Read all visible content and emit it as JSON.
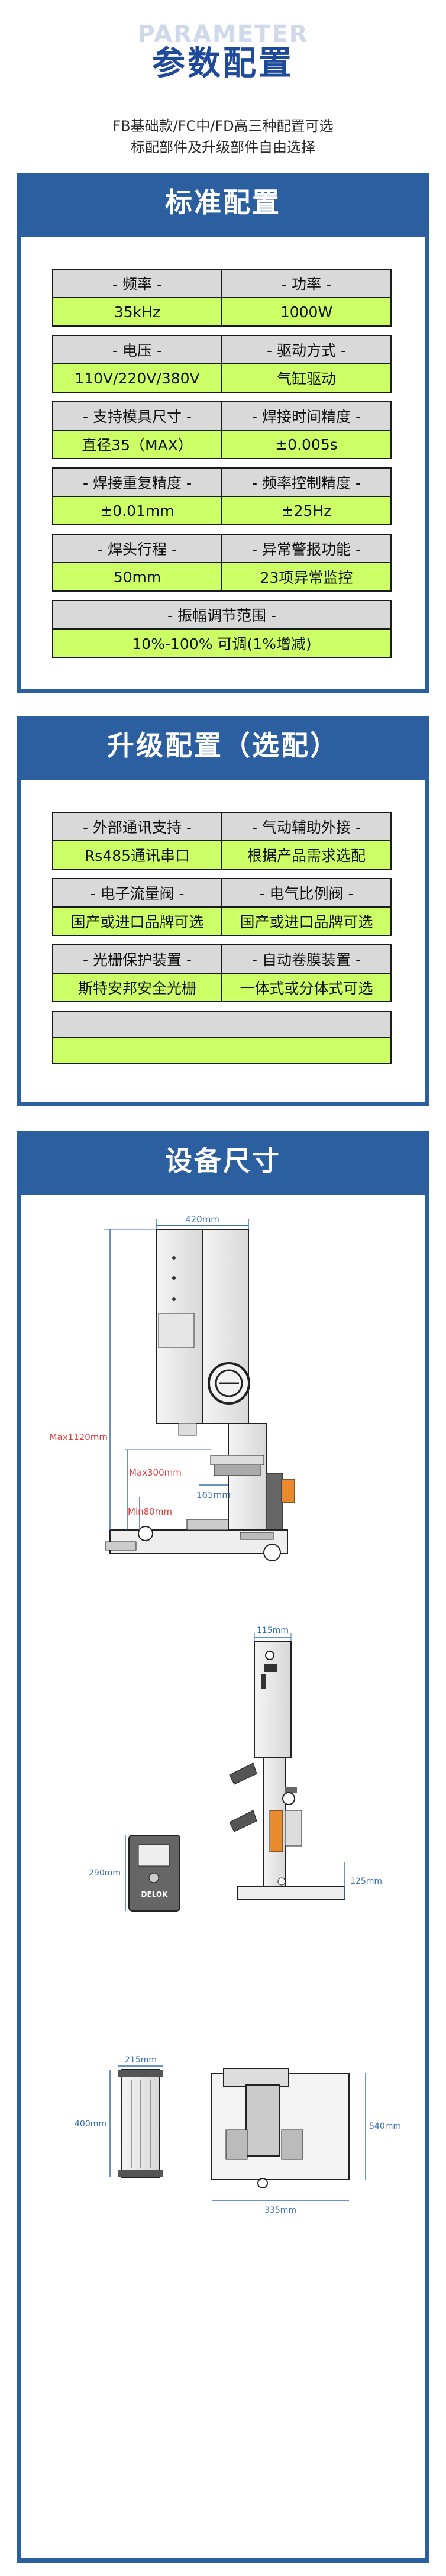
{
  "header": {
    "title_en": "PARAMETER",
    "title_cn": "参数配置",
    "line1": "FB基础款/FC中/FD高三种配置可选",
    "line2": "标配部件及升级部件自由选择"
  },
  "standard": {
    "title": "标准配置",
    "rows": [
      {
        "h1": "- 频率 -",
        "v1": "35kHz",
        "h2": "- 功率 -",
        "v2": "1000W"
      },
      {
        "h1": "- 电压 -",
        "v1": "110V/220V/380V",
        "h2": "- 驱动方式 -",
        "v2": "气缸驱动"
      },
      {
        "h1": "- 支持模具尺寸 -",
        "v1": "直径35（MAX）",
        "h2": "- 焊接时间精度 -",
        "v2": "±0.005s"
      },
      {
        "h1": "- 焊接重复精度 -",
        "v1": "±0.01mm",
        "h2": "- 频率控制精度 -",
        "v2": "±25Hz"
      },
      {
        "h1": "- 焊头行程 -",
        "v1": "50mm",
        "h2": "- 异常警报功能 -",
        "v2": "23项异常监控"
      }
    ],
    "single": {
      "h": "- 振幅调节范围 -",
      "v": "10%-100% 可调(1%增减)"
    }
  },
  "upgrade": {
    "title": "升级配置（选配）",
    "rows": [
      {
        "h1": "- 外部通讯支持 -",
        "v1": "Rs485通讯串口",
        "h2": "- 气动辅助外接 -",
        "v2": "根据产品需求选配"
      },
      {
        "h1": "- 电子流量阀 -",
        "v1": "国产或进口品牌可选",
        "h2": "- 电气比例阀 -",
        "v2": "国产或进口品牌可选"
      },
      {
        "h1": "- 光栅保护装置 -",
        "v1": "斯特安邦安全光栅",
        "h2": "- 自动卷膜装置 -",
        "v2": "一体式或分体式可选"
      }
    ]
  },
  "dimensions": {
    "title": "设备尺寸",
    "labels": {
      "width_top": "420mm",
      "height_max": "Max1120mm",
      "stroke_max": "Max300mm",
      "stroke_min": "Min80mm",
      "depth": "165mm",
      "side_width": "115mm",
      "gen_height": "290mm",
      "base_height": "125mm",
      "foot_width": "215mm",
      "foot_depth": "400mm",
      "base_depth": "540mm",
      "base_width": "335mm",
      "brand": "DELOK"
    }
  },
  "colors": {
    "primary": "#2c5fa0",
    "title_blue": "#1f4a9a",
    "header_gray": "#d9d9d9",
    "value_green": "#ccff66",
    "dim_blue": "#3a6fb0",
    "dim_red": "#e23b3b"
  }
}
